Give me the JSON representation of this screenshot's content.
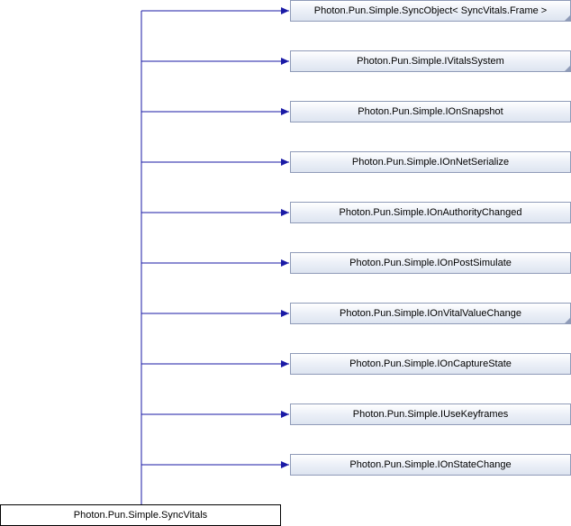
{
  "diagram": {
    "base_classes": [
      {
        "label": "Photon.Pun.Simple.SyncObject< SyncVitals.Frame >",
        "truncated": true
      },
      {
        "label": "Photon.Pun.Simple.IVitalsSystem",
        "truncated": true
      },
      {
        "label": "Photon.Pun.Simple.IOnSnapshot",
        "truncated": false
      },
      {
        "label": "Photon.Pun.Simple.IOnNetSerialize",
        "truncated": false
      },
      {
        "label": "Photon.Pun.Simple.IOnAuthorityChanged",
        "truncated": false
      },
      {
        "label": "Photon.Pun.Simple.IOnPostSimulate",
        "truncated": false
      },
      {
        "label": "Photon.Pun.Simple.IOnVitalValueChange",
        "truncated": true
      },
      {
        "label": "Photon.Pun.Simple.IOnCaptureState",
        "truncated": false
      },
      {
        "label": "Photon.Pun.Simple.IUseKeyframes",
        "truncated": false
      },
      {
        "label": "Photon.Pun.Simple.IOnStateChange",
        "truncated": false
      }
    ],
    "derived_class": {
      "label": "Photon.Pun.Simple.SyncVitals"
    },
    "colors": {
      "edge": "#1a1aa6",
      "node_border": "#8f9bb8"
    }
  }
}
